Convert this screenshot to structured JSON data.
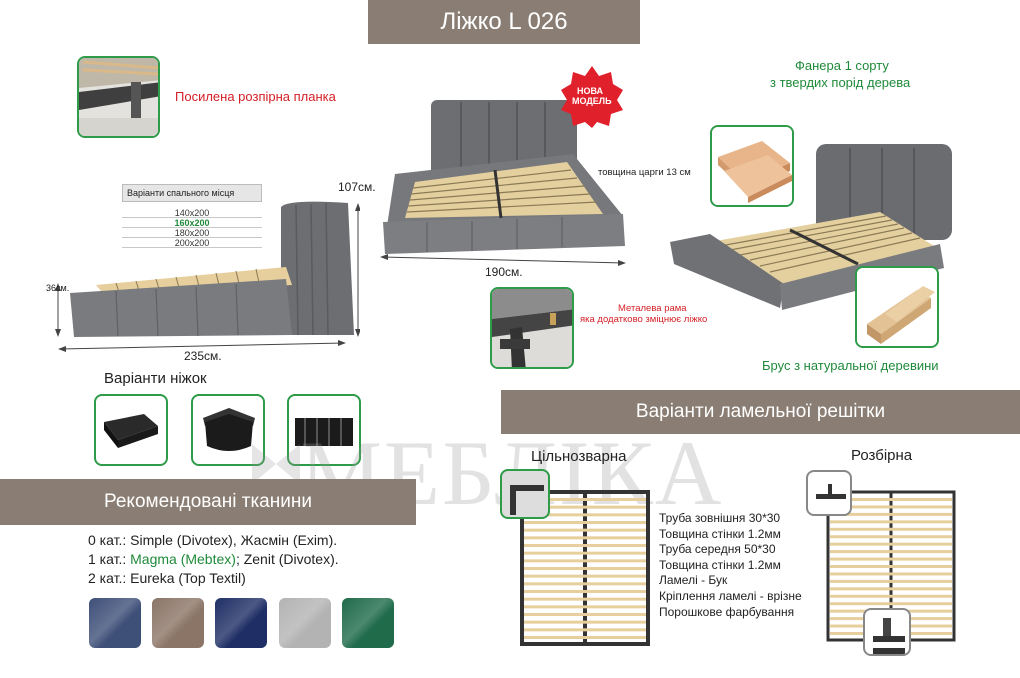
{
  "title": "Ліжко L 026",
  "badge": {
    "line1": "НОВА",
    "line2": "МОДЕЛЬ"
  },
  "labels": {
    "reinforced_bar": "Посилена розпірна планка",
    "plywood_line1": "Фанера 1 сорту",
    "plywood_line2": "з твердих порід дерева",
    "frame_thickness": "товщина царги 13 см",
    "height_107": "107см.",
    "height_36": "36см.",
    "length_235": "235см.",
    "length_190": "190см.",
    "metal_frame_line1": "Металева рама",
    "metal_frame_line2": "яка додатково зміцнює ліжко",
    "natural_wood": "Брус з натуральної деревини",
    "legs_title": "Варіанти ніжок",
    "solid": "Цільнозварна",
    "split": "Розбірна"
  },
  "sizes": {
    "title": "Варіанти спального місця",
    "rows": [
      "140x200",
      "160x200",
      "180x200",
      "200x200"
    ],
    "active": "160x200"
  },
  "slats_banner": "Варіанти ламельної решітки",
  "fabrics": {
    "banner": "Рекомендовані тканини",
    "rows": [
      {
        "prefix": "0 кат.: ",
        "text": "Simple (Divotex), Жасмін (Exim)."
      },
      {
        "prefix": "1 кат.: ",
        "highlight": "Magma (Mebtex)",
        "text": "; Zenit (Divotex)."
      },
      {
        "prefix": "2 кат.: ",
        "text": "Eureka (Top Textil)"
      }
    ],
    "swatch_colors": [
      "#3e4f78",
      "#8b7567",
      "#1f2f66",
      "#b3b3b3",
      "#1f6b4a"
    ]
  },
  "specs": [
    "Труба зовнішня 30*30",
    "Товщина стінки 1.2мм",
    "Труба середня 50*30",
    "Товщина стінки 1.2мм",
    "Ламелі - Бук",
    "Кріплення ламелі - врізне",
    "Порошкове фарбування"
  ],
  "watermark": "МЕБЛІКА",
  "colors": {
    "banner": "#8a7d73",
    "accent_green": "#2e9b48",
    "accent_red": "#d41f26",
    "fabric_gray": "#6d6e72"
  }
}
